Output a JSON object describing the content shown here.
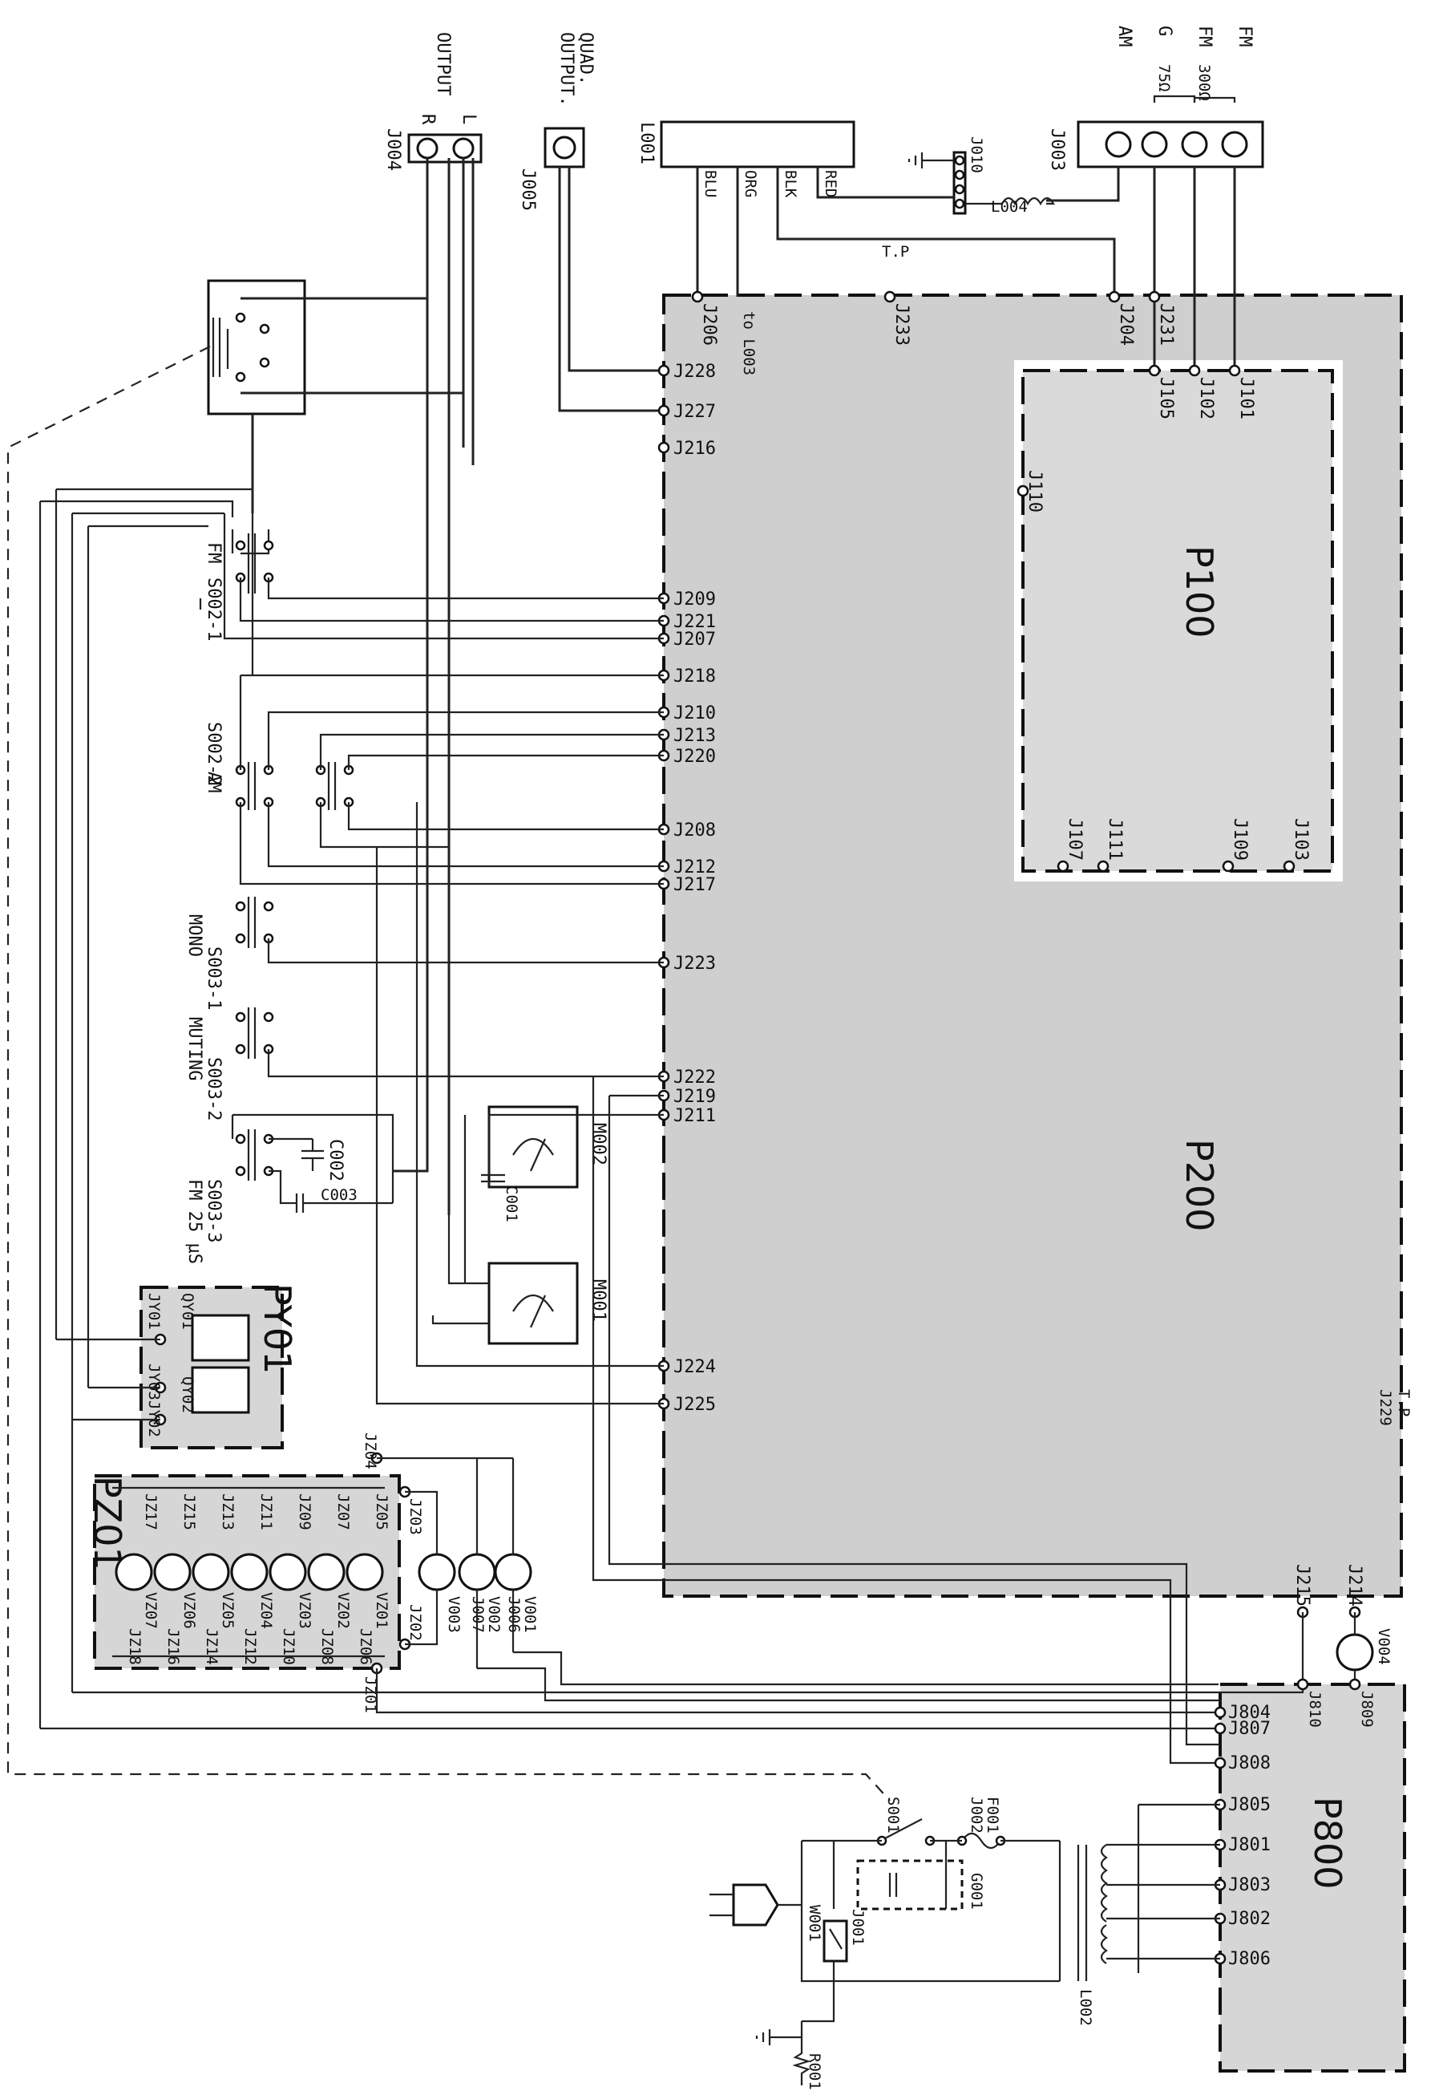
{
  "boards": {
    "p200": "P200",
    "p100": "P100",
    "p800": "P800",
    "py01": "PY01",
    "pz01": "PZ01"
  },
  "antenna": {
    "fm": "FM",
    "fm2": "FM",
    "g": "G",
    "am": "AM",
    "ohm300": "300Ω",
    "ohm75": "75Ω",
    "connector": "J003"
  },
  "outputs": {
    "output": "OUTPUT",
    "l": "L",
    "r": "R",
    "j004": "J004",
    "quad": "QUAD.",
    "quad_output": "OUTPUT.",
    "j005": "J005"
  },
  "coil_l001": {
    "name": "L001",
    "blu": "BLU",
    "org": "ORG",
    "blk": "BLK",
    "red": "RED"
  },
  "misc": {
    "j010": "J010",
    "l004": "L004",
    "tp": "T.P",
    "tp2": "T.P",
    "to_l003": "to L003",
    "j229": "J229"
  },
  "p200_pins": [
    {
      "id": "J206"
    },
    {
      "id": "J233"
    },
    {
      "id": "J204"
    },
    {
      "id": "J231"
    },
    {
      "id": "J228"
    },
    {
      "id": "J227"
    },
    {
      "id": "J216"
    },
    {
      "id": "J209"
    },
    {
      "id": "J221"
    },
    {
      "id": "J207"
    },
    {
      "id": "J218"
    },
    {
      "id": "J210"
    },
    {
      "id": "J213"
    },
    {
      "id": "J220"
    },
    {
      "id": "J208"
    },
    {
      "id": "J212"
    },
    {
      "id": "J217"
    },
    {
      "id": "J223"
    },
    {
      "id": "J222"
    },
    {
      "id": "J219"
    },
    {
      "id": "J211"
    },
    {
      "id": "J224"
    },
    {
      "id": "J225"
    },
    {
      "id": "J215"
    },
    {
      "id": "J214"
    }
  ],
  "p100_pins": [
    {
      "id": "J105"
    },
    {
      "id": "J102"
    },
    {
      "id": "J101"
    },
    {
      "id": "J110"
    },
    {
      "id": "J107"
    },
    {
      "id": "J111"
    },
    {
      "id": "J109"
    },
    {
      "id": "J103"
    }
  ],
  "p800_pins": [
    {
      "id": "J810"
    },
    {
      "id": "J809"
    },
    {
      "id": "J804"
    },
    {
      "id": "J807"
    },
    {
      "id": "J808"
    },
    {
      "id": "J805"
    },
    {
      "id": "J801"
    },
    {
      "id": "J803"
    },
    {
      "id": "J802"
    },
    {
      "id": "J806"
    }
  ],
  "switches": {
    "fm_label": "FM",
    "s002_1": "S002-1",
    "s002_2": "S002-2",
    "am_label": "AM",
    "s003_1": "S003-1",
    "mono": "MONO",
    "s003_2": "S003-2",
    "muting": "MUTING",
    "s003_3": "S003-3",
    "fm25": "FM 25 μS"
  },
  "caps": {
    "c002": "C002",
    "c003": "C003",
    "c001": "C001"
  },
  "meters": {
    "m002": "M002",
    "m001": "M001"
  },
  "py01": {
    "qy01": "QY01",
    "qy02": "QY02",
    "jy01": "JY01",
    "jy03": "JY03",
    "jy02": "JY02"
  },
  "pz01": {
    "jz04": "JZ04",
    "jz03": "JZ03",
    "jz02": "JZ02",
    "jz01": "JZ01",
    "top_pins": [
      "JZ17",
      "JZ15",
      "JZ13",
      "JZ11",
      "JZ09",
      "JZ07",
      "JZ05"
    ],
    "bottom_pins": [
      "JZ18",
      "JZ16",
      "JZ14",
      "JZ12",
      "JZ10",
      "JZ08",
      "JZ06"
    ],
    "lamps": [
      "VZ07",
      "VZ06",
      "VZ05",
      "VZ04",
      "VZ03",
      "VZ02",
      "VZ01"
    ]
  },
  "lamps": {
    "v003": "V003",
    "v002": "V002",
    "j007": "J007",
    "v001": "V001",
    "j006": "J006",
    "v004": "V004"
  },
  "power": {
    "s001": "S001",
    "f001": "F001",
    "j002": "J002",
    "g001": "G001",
    "j001": "J001",
    "w001": "W001",
    "l002": "L002",
    "r001": "R001"
  }
}
